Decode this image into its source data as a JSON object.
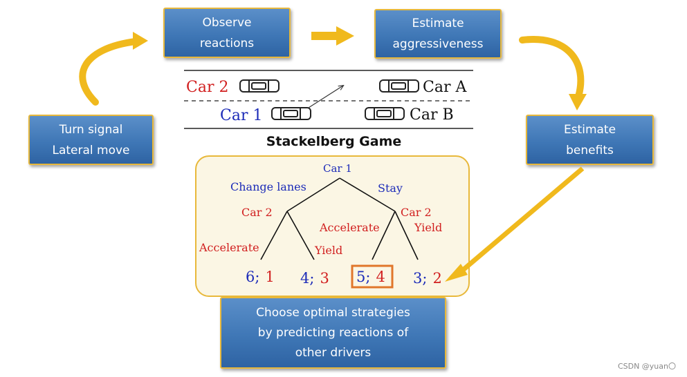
{
  "boxes": {
    "observe": [
      "Observe",
      "reactions"
    ],
    "estimate_aggressiveness": [
      "Estimate",
      "aggressiveness"
    ],
    "turn_signal": [
      "Turn signal",
      "Lateral move"
    ],
    "estimate_benefits": [
      "Estimate",
      "benefits"
    ],
    "choose": [
      "Choose optimal strategies",
      "by predicting reactions of",
      "other drivers"
    ]
  },
  "road": {
    "car2": "Car 2",
    "carA": "Car A",
    "car1": "Car 1",
    "carB": "Car B"
  },
  "game_title": "Stackelberg Game",
  "tree": {
    "root": "Car 1",
    "left_branch": "Change lanes",
    "right_branch": "Stay",
    "left_node": "Car 2",
    "right_node": "Car 2",
    "left_accelerate": "Accelerate",
    "left_yield": "Yield",
    "right_accelerate": "Accelerate",
    "right_yield": "Yield",
    "payoffs": [
      {
        "car1": "6",
        "sep": ";",
        "car2": "1"
      },
      {
        "car1": "4",
        "sep": ";",
        "car2": "3"
      },
      {
        "car1": "5",
        "sep": ";",
        "car2": "4"
      },
      {
        "car1": "3",
        "sep": ";",
        "car2": "2"
      }
    ]
  },
  "colors": {
    "box_blue": "#3f77b6",
    "border_gold": "#e8b83a",
    "arrow_gold": "#f0b91d",
    "car1_blue": "#1c2bb8",
    "car2_red": "#d11f1f",
    "highlight_orange": "#e0762a"
  },
  "watermark": "CSDN @yuan〇"
}
